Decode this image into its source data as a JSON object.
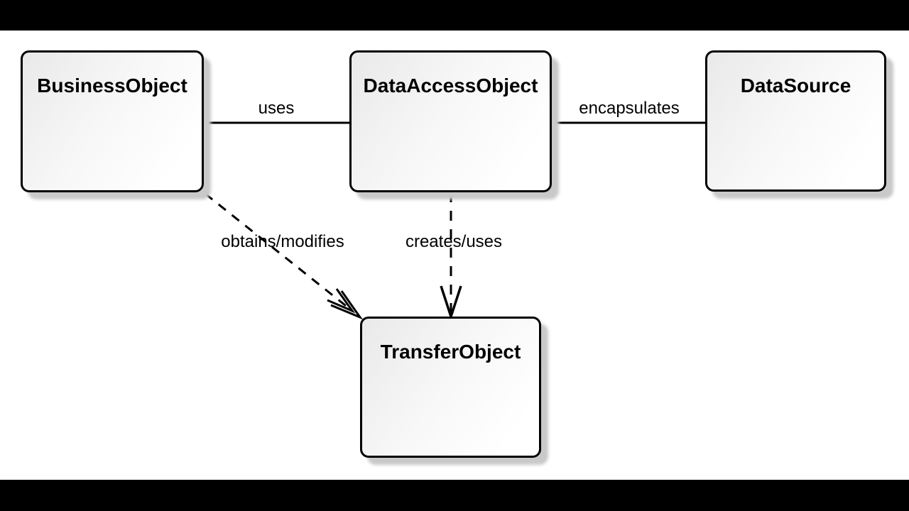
{
  "nodes": [
    {
      "id": "business-object",
      "label": "BusinessObject"
    },
    {
      "id": "data-access-object",
      "label": "DataAccessObject"
    },
    {
      "id": "data-source",
      "label": "DataSource"
    },
    {
      "id": "transfer-object",
      "label": "TransferObject"
    }
  ],
  "edges": [
    {
      "from": "BusinessObject",
      "to": "DataAccessObject",
      "label": "uses",
      "style": "solid-line"
    },
    {
      "from": "DataAccessObject",
      "to": "DataSource",
      "label": "encapsulates",
      "style": "solid-line"
    },
    {
      "from": "BusinessObject",
      "to": "TransferObject",
      "label": "obtains/modifies",
      "style": "dashed-open-arrow"
    },
    {
      "from": "DataAccessObject",
      "to": "TransferObject",
      "label": "creates/uses",
      "style": "dashed-open-arrow"
    }
  ],
  "colors": {
    "letterbox": "#000000",
    "canvas": "#ffffff",
    "stroke": "#000000",
    "node_fill_start": "#e9e9e9",
    "node_fill_end": "#ffffff",
    "shadow": "#c9c9c9"
  }
}
